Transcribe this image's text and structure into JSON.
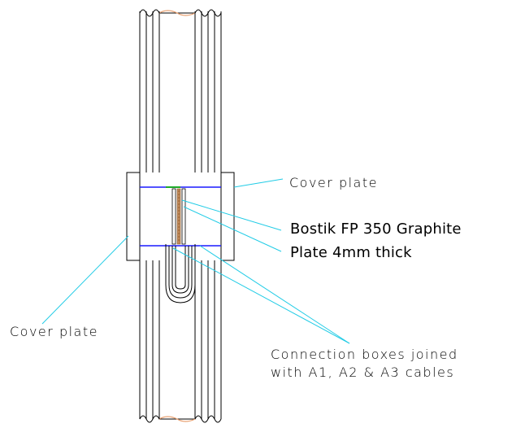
{
  "labels": {
    "cover_plate_right": "Cover plate",
    "material_line1": "Bostik FP 350 Graphite",
    "material_line2": "Plate 4mm thick",
    "cover_plate_left": "Cover plate",
    "connection_line1": "Connection boxes joined",
    "connection_line2": "with A1, A2 & A3 cables"
  },
  "colors": {
    "outline": "#000000",
    "cover_plate_edge": "#1a1aff",
    "leader_line": "#22cce6",
    "break_line": "#e8a070",
    "graphite_plate": "#c08a5a",
    "seal_green": "#1faa2a"
  }
}
